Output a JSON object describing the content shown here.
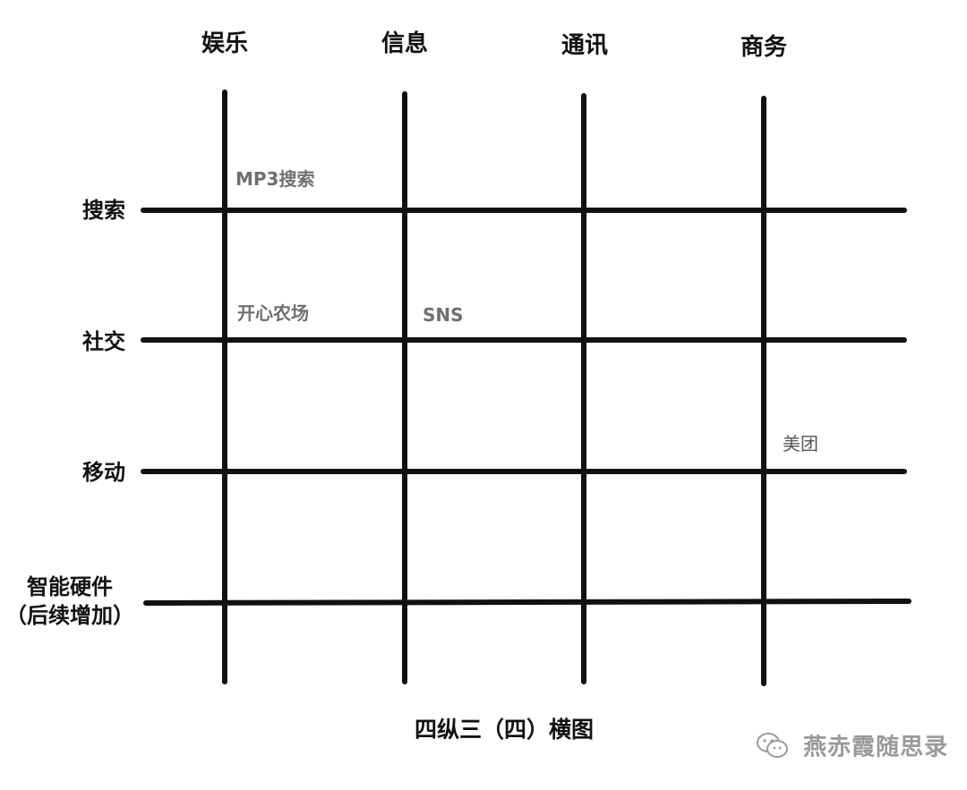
{
  "columns": [
    "娱乐",
    "信息",
    "通讯",
    "商务"
  ],
  "rows": [
    {
      "line1": "搜索"
    },
    {
      "line1": "社交"
    },
    {
      "line1": "移动"
    },
    {
      "line1": "智能硬件",
      "line2": "（后续增加）"
    }
  ],
  "cells": [
    {
      "text": "MP3搜索"
    },
    {
      "text": "开心农场"
    },
    {
      "text": "SNS"
    },
    {
      "text": "美团"
    }
  ],
  "caption": "四纵三（四）横图",
  "watermark": {
    "text": "燕赤霞随思录",
    "icon": "wechat-icon"
  }
}
